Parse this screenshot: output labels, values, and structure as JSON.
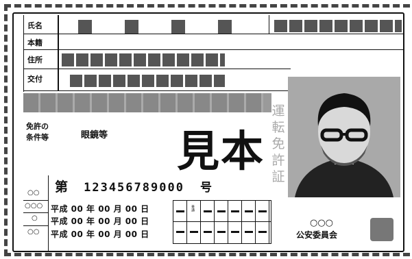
{
  "fields": {
    "name_label": "氏名",
    "domicile_label": "本籍",
    "address_label": "住所",
    "issued_label": "交付"
  },
  "conditions": {
    "label_line1": "免許の",
    "label_line2": "条件等",
    "value": "眼鏡等"
  },
  "watermark": "見本",
  "vertical_title": [
    "運",
    "転",
    "免",
    "許",
    "証"
  ],
  "license_number": {
    "prefix": "第",
    "number": "123456789000",
    "suffix": "号"
  },
  "left_marks": [
    "○○",
    "○○○",
    "○",
    "○○"
  ],
  "dates": [
    "平成 00 年 00 月 00 日",
    "平成 00 年 00 月 00 日",
    "平成 00 年 00 月 00 日"
  ],
  "grid_small_label": "普通",
  "issuer": {
    "circles": "○○○",
    "name": "公安委員会"
  },
  "colors": {
    "redaction": "#555555",
    "gray_band": "#9a9a9a",
    "title_gray": "#aaaaaa",
    "photo_bg": "#a9a9a9"
  }
}
